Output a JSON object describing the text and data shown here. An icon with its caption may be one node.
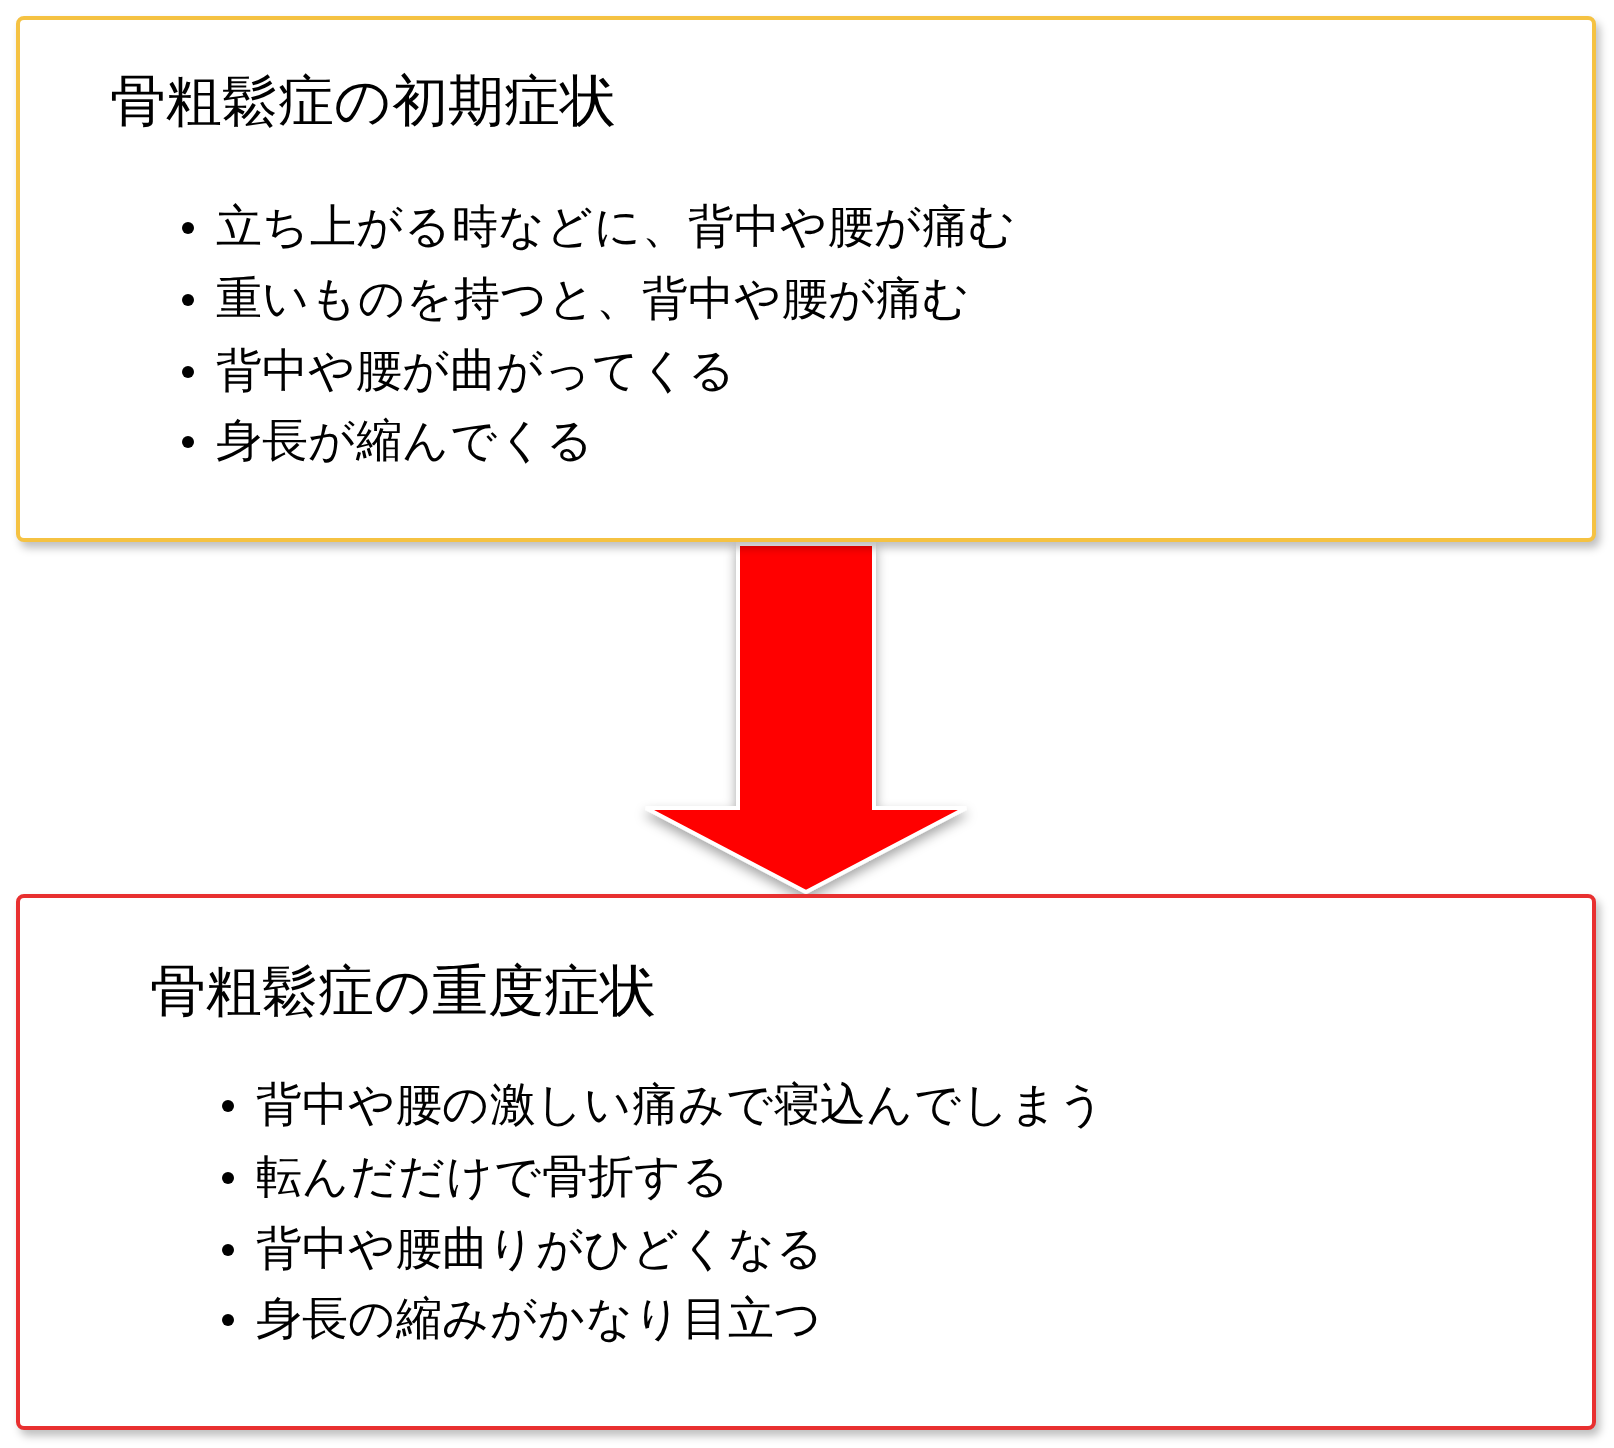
{
  "diagram": {
    "nodes": [
      {
        "text": [
          "骨粗鬆症の初期症状",
          "立ち上がる時などに、背中や腰が痛む",
          "重いものを持つと、背中や腰が痛む",
          "背中や腰が曲がってくる",
          "身長が縮んでくる"
        ]
      },
      {
        "text": [
          "骨粗鬆症の重度症状",
          "背中や腰の激しい痛みで寝込んでしまう",
          "転んだだけで骨折する",
          "背中や腰曲りがひどくなる",
          "身長の縮みがかなり目立つ"
        ]
      }
    ],
    "edges": [
      {
        "from": 0,
        "to": 1,
        "arrow": "to",
        "color": "#ff0000"
      }
    ]
  }
}
